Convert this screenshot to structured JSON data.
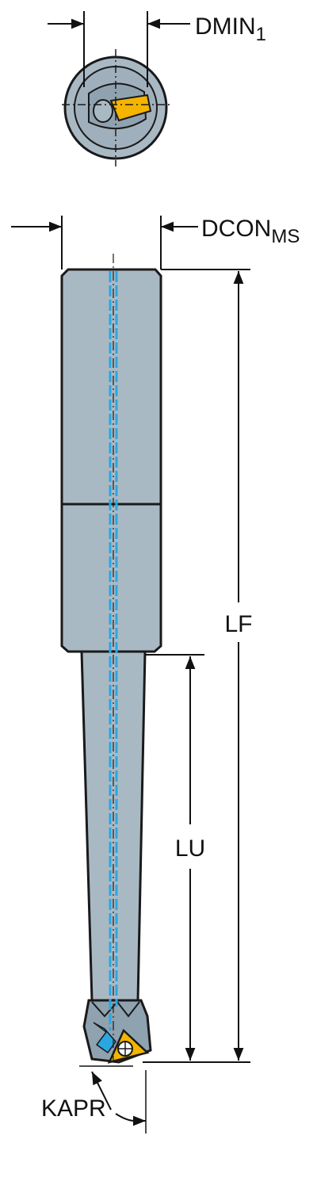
{
  "labels": {
    "dmin_main": "DMIN",
    "dmin_sub": "1",
    "dcon_main": "DCON",
    "dcon_sub": "MS",
    "lf": "LF",
    "lu": "LU",
    "kapr": "KAPR"
  },
  "colors": {
    "body": "#a9b9c4",
    "body_dark": "#8b9cab",
    "outline": "#1a1a1a",
    "coolant": "#2aa7e2",
    "insert": "#f4b400",
    "line": "#111111"
  }
}
